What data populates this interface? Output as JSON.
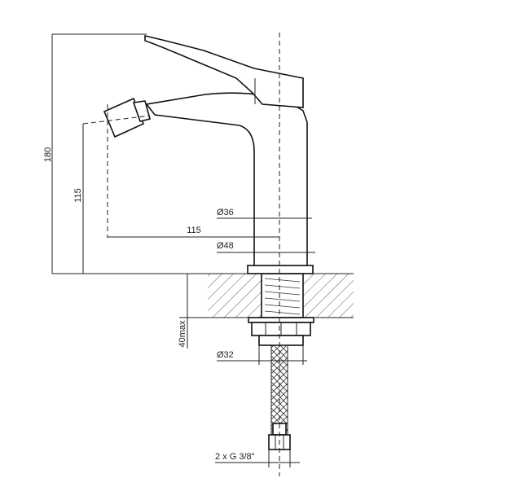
{
  "dimensions": {
    "total_height": "180",
    "spout_height": "115",
    "spout_reach": "115",
    "body_diameter": "Ø36",
    "base_diameter": "Ø48",
    "max_deck_thickness": "40max",
    "shank_diameter": "Ø32",
    "hose_connection": "2 x G 3/8\""
  }
}
